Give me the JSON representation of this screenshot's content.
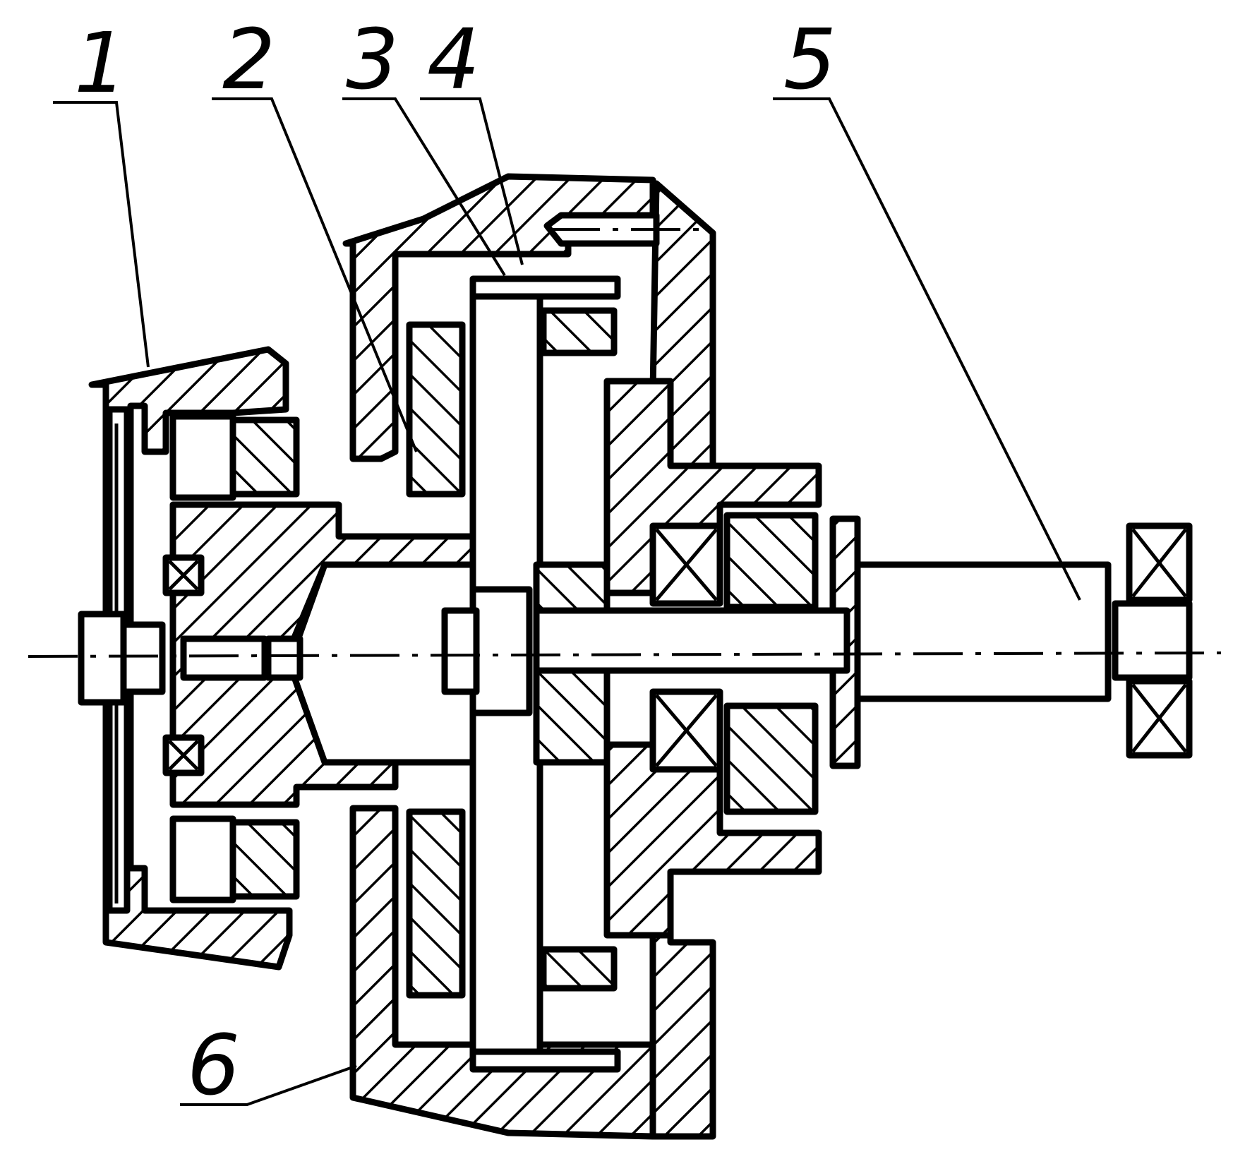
{
  "labels": [
    {
      "id": "1",
      "text": "1"
    },
    {
      "id": "2",
      "text": "2"
    },
    {
      "id": "3",
      "text": "3"
    },
    {
      "id": "4",
      "text": "4"
    },
    {
      "id": "5",
      "text": "5"
    },
    {
      "id": "6",
      "text": "6"
    }
  ],
  "colors": {
    "ink": "#000000",
    "paper": "#ffffff"
  }
}
